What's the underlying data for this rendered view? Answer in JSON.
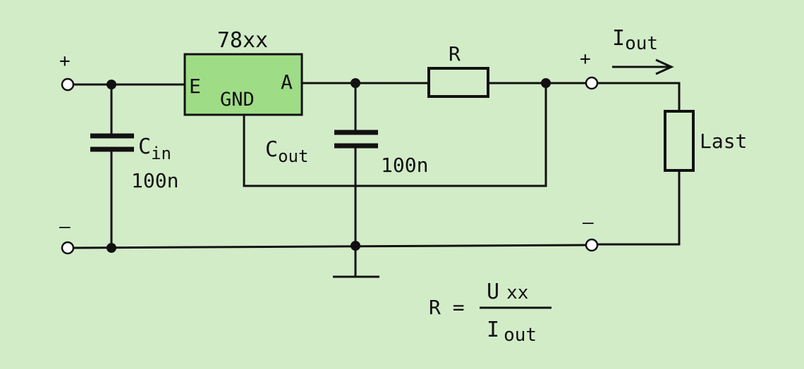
{
  "diagram": {
    "background_color": "#d2ecc8",
    "regulator_fill": "#9fdc86",
    "wire_color": "#111111",
    "regulator": {
      "name": "78xx",
      "pin_in": "E",
      "pin_gnd": "GND",
      "pin_out": "A"
    },
    "input_terminals": {
      "plus": "+",
      "minus": "–"
    },
    "output_terminals": {
      "plus": "+",
      "minus": "–"
    },
    "cin": {
      "main": "C",
      "sub": "in",
      "value": "100n"
    },
    "cout": {
      "main": "C",
      "sub": "out",
      "value": "100n"
    },
    "resistor": {
      "label": "R"
    },
    "load": {
      "label": "Last"
    },
    "current": {
      "main": "I",
      "sub": "out"
    },
    "formula": {
      "lhs": "R =",
      "num_main": "U",
      "num_sub": "xx",
      "den_main": "I",
      "den_sub": "out"
    }
  }
}
